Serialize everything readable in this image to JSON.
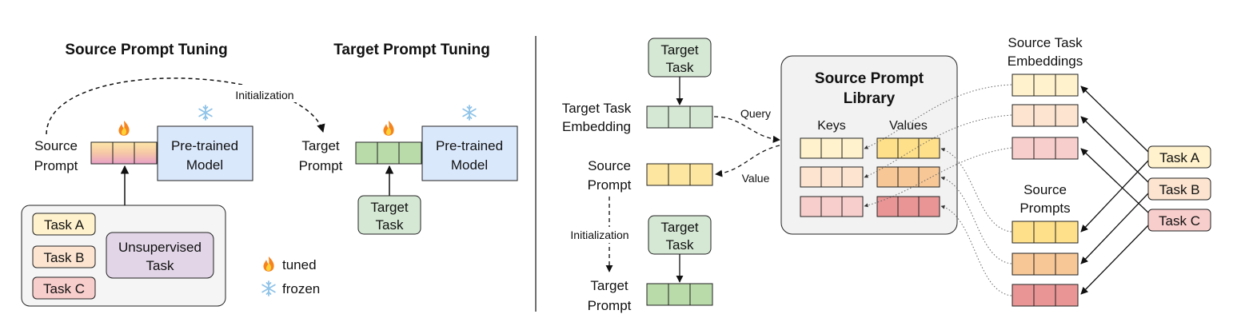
{
  "left": {
    "source_title": "Source Prompt Tuning",
    "target_title": "Target Prompt Tuning",
    "initialization": "Initialization",
    "source_prompt_l1": "Source",
    "source_prompt_l2": "Prompt",
    "target_prompt_l1": "Target",
    "target_prompt_l2": "Prompt",
    "model_l1": "Pre-trained",
    "model_l2": "Model",
    "model2_l1": "Pre-trained",
    "model2_l2": "Model",
    "task_a": "Task A",
    "task_b": "Task B",
    "task_c": "Task C",
    "unsup_l1": "Unsupervised",
    "unsup_l2": "Task",
    "target_task_l1": "Target",
    "target_task_l2": "Task",
    "legend_tuned": "tuned",
    "legend_frozen": "frozen"
  },
  "right": {
    "target_task_l1": "Target",
    "target_task_l2": "Task",
    "target_task2_l1": "Target",
    "target_task2_l2": "Task",
    "target_task_emb_l1": "Target Task",
    "target_task_emb_l2": "Embedding",
    "source_prompt_l1": "Source",
    "source_prompt_l2": "Prompt",
    "target_prompt_l1": "Target",
    "target_prompt_l2": "Prompt",
    "initialization": "Initialization",
    "query": "Query",
    "value": "Value",
    "library_l1": "Source Prompt",
    "library_l2": "Library",
    "keys": "Keys",
    "values": "Values",
    "emb_title_l1": "Source Task",
    "emb_title_l2": "Embeddings",
    "prompts_title_l1": "Source",
    "prompts_title_l2": "Prompts",
    "task_a": "Task A",
    "task_b": "Task B",
    "task_c": "Task C"
  },
  "icons": {
    "tuned": "fire-icon",
    "frozen": "snowflake-icon"
  },
  "colors": {
    "green": "#d5e8d4",
    "green_dark": "#b9dba9",
    "blue": "#dae8fc",
    "purple": "#e1d5e7",
    "task_a": "#fff2cc",
    "task_b": "#fce4d0",
    "task_c": "#f8cecc",
    "value_a": "#ffe08a",
    "value_b": "#f7c796",
    "value_c": "#ea9595"
  }
}
